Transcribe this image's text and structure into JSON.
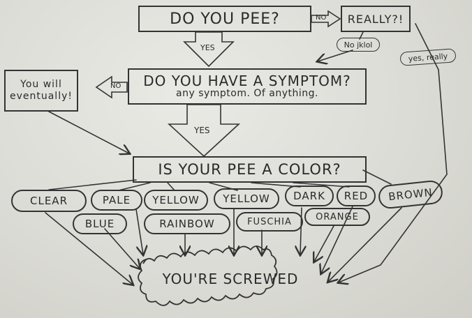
{
  "question_pee": "DO YOU PEE?",
  "really": "REALLY?!",
  "symptom_question": "DO YOU HAVE A SYMPTOM?",
  "symptom_subtitle": "any symptom. Of anything.",
  "eventually": "You will eventually!",
  "color_question": "IS YOUR PEE A COLOR?",
  "result": "YOU'RE SCREWED",
  "edges": {
    "no_1": "NO",
    "yes_1": "YES",
    "no_jklol": "No jklol",
    "yes_really": "yes, really",
    "no_2": "NO",
    "yes_2": "YES"
  },
  "colors_row1": [
    "CLEAR",
    "PALE",
    "YELLOW",
    "YELLOW",
    "DARK",
    "RED",
    "BROWN"
  ],
  "colors_row2": [
    "BLUE",
    "RAINBOW",
    "FUSCHIA",
    "ORANGE"
  ]
}
